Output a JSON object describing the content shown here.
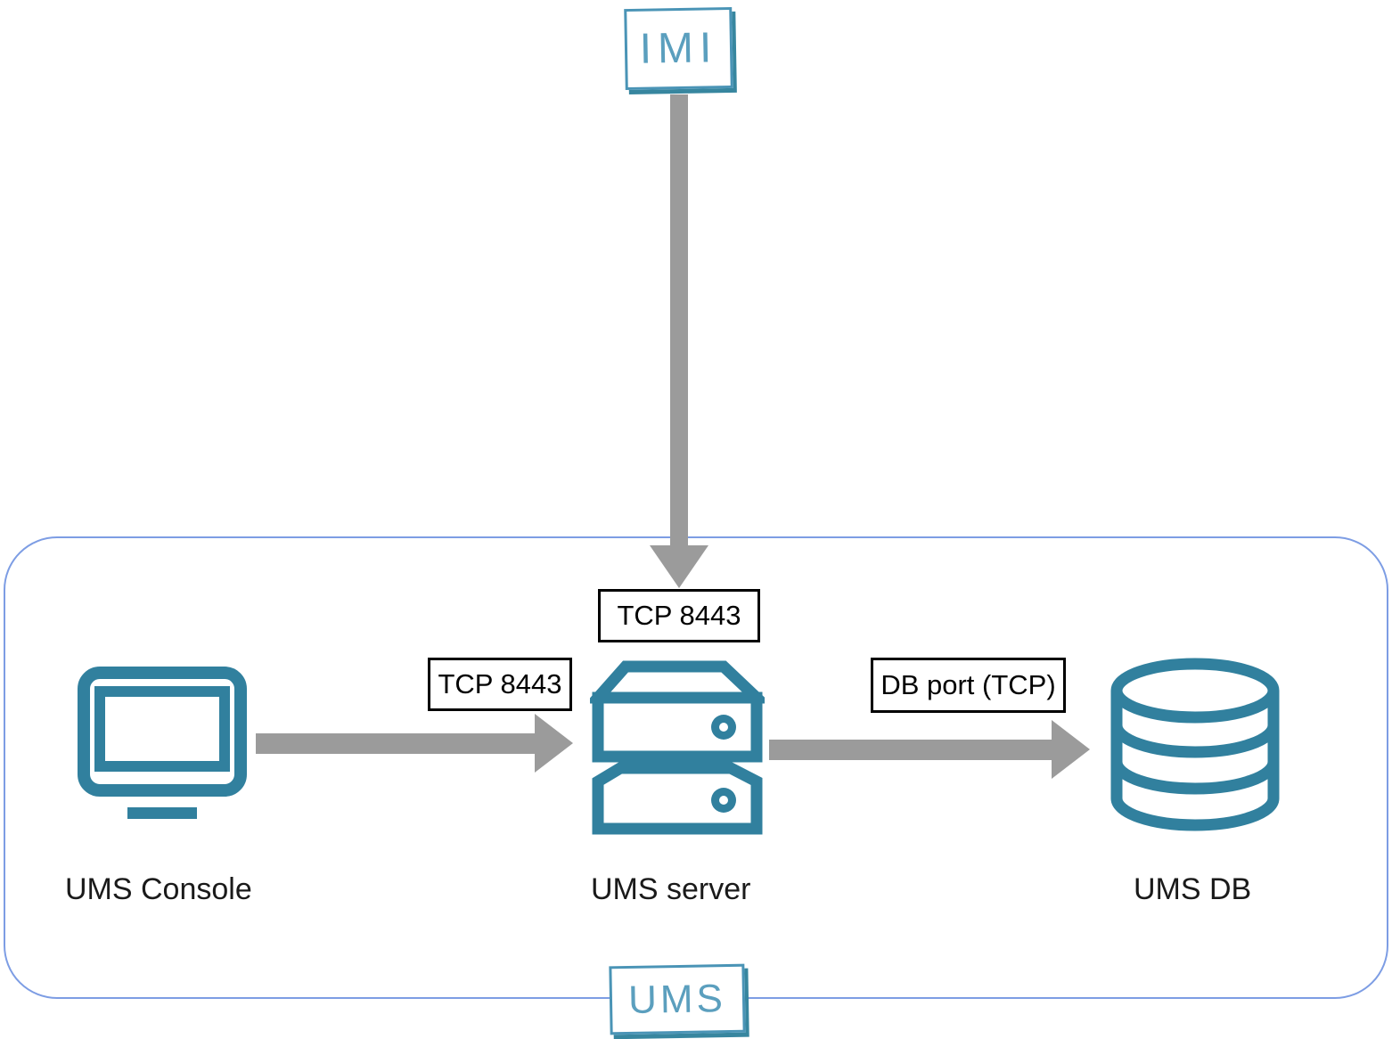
{
  "diagram": {
    "external_node": {
      "label": "IMI"
    },
    "boundary": {
      "label": "UMS"
    },
    "nodes": [
      {
        "id": "ums-console",
        "label": "UMS Console",
        "icon": "monitor-icon"
      },
      {
        "id": "ums-server",
        "label": "UMS server",
        "icon": "server-icon"
      },
      {
        "id": "ums-db",
        "label": "UMS DB",
        "icon": "database-icon"
      }
    ],
    "connections": [
      {
        "from": "IMI",
        "to": "UMS server",
        "label": "TCP 8443",
        "direction": "down"
      },
      {
        "from": "UMS Console",
        "to": "UMS server",
        "label": "TCP 8443",
        "direction": "right"
      },
      {
        "from": "UMS server",
        "to": "UMS DB",
        "label": "DB port (TCP)",
        "direction": "right"
      }
    ],
    "colors": {
      "teal": "#31809e",
      "teal_light": "#5b9fbe",
      "teal_border": "#4a94b6",
      "teal_shadow": "#37869f",
      "boundary_blue": "#7d9de4",
      "arrow_gray": "#9b9b9b",
      "label_border": "#000000"
    }
  }
}
